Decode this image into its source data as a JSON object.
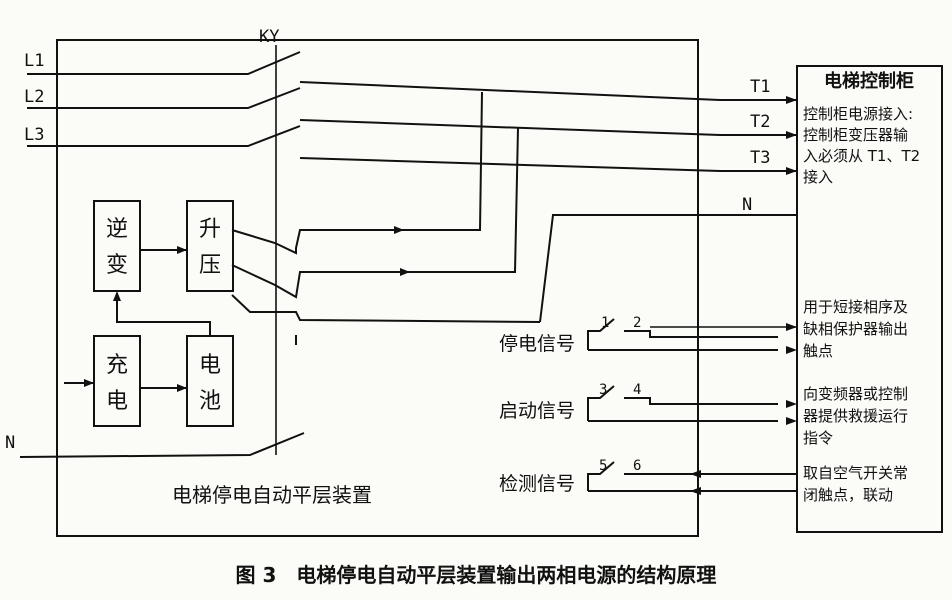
{
  "device": {
    "switch_label": "KY",
    "title": "电梯停电自动平层装置",
    "blocks": {
      "inverter": [
        "逆",
        "变"
      ],
      "booster": [
        "升",
        "压"
      ],
      "charger": [
        "充",
        "电"
      ],
      "battery": [
        "电",
        "池"
      ]
    },
    "inputs": {
      "l1": "L1",
      "l2": "L2",
      "l3": "L3",
      "n": "N"
    }
  },
  "outputs": {
    "t1": "T1",
    "t2": "T2",
    "t3": "T3",
    "n": "N"
  },
  "signals": {
    "power_off": {
      "label": "停电信号",
      "contact_a": "1",
      "contact_b": "2"
    },
    "start": {
      "label": "启动信号",
      "contact_a": "3",
      "contact_b": "4"
    },
    "detect": {
      "label": "检测信号",
      "contact_a": "5",
      "contact_b": "6"
    }
  },
  "cabinet": {
    "title": "电梯控制柜",
    "note_power": [
      "控制柜电源接入:",
      "控制柜变压器输",
      "入必须从 T1、T2",
      "接入"
    ],
    "note_poweroff": [
      "用于短接相序及",
      "缺相保护器输出",
      "触点"
    ],
    "note_start": [
      "向变频器或控制",
      "器提供救援运行",
      "指令"
    ],
    "note_detect": [
      "取自空气开关常",
      "闭触点，联动"
    ]
  },
  "caption": "图 3　电梯停电自动平层装置输出两相电源的结构原理"
}
